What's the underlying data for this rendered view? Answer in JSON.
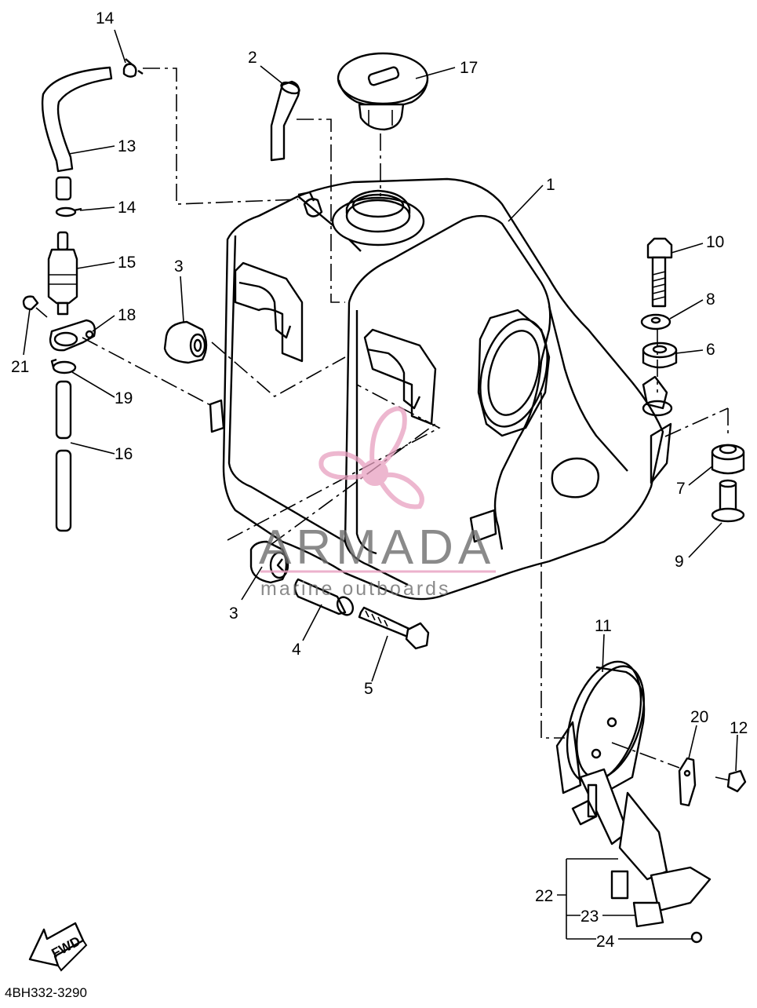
{
  "diagram_code": "4BH332-3290",
  "fwd_label": "FWD",
  "watermark": {
    "brand": "ARMADA",
    "tagline": "marine outboards",
    "logo_color": "#e8a0c0",
    "text_color": "#6d6d6d"
  },
  "callouts": [
    {
      "id": "c14a",
      "text": "14"
    },
    {
      "id": "c2",
      "text": "2"
    },
    {
      "id": "c17",
      "text": "17"
    },
    {
      "id": "c13",
      "text": "13"
    },
    {
      "id": "c1",
      "text": "1"
    },
    {
      "id": "c14b",
      "text": "14"
    },
    {
      "id": "c10",
      "text": "10"
    },
    {
      "id": "c15",
      "text": "15"
    },
    {
      "id": "c3a",
      "text": "3"
    },
    {
      "id": "c8",
      "text": "8"
    },
    {
      "id": "c18",
      "text": "18"
    },
    {
      "id": "c6",
      "text": "6"
    },
    {
      "id": "c21",
      "text": "21"
    },
    {
      "id": "c19",
      "text": "19"
    },
    {
      "id": "c16",
      "text": "16"
    },
    {
      "id": "c7",
      "text": "7"
    },
    {
      "id": "c9",
      "text": "9"
    },
    {
      "id": "c3b",
      "text": "3"
    },
    {
      "id": "c4",
      "text": "4"
    },
    {
      "id": "c5",
      "text": "5"
    },
    {
      "id": "c11",
      "text": "11"
    },
    {
      "id": "c20",
      "text": "20"
    },
    {
      "id": "c12",
      "text": "12"
    },
    {
      "id": "c22",
      "text": "22"
    },
    {
      "id": "c23",
      "text": "23"
    },
    {
      "id": "c24",
      "text": "24"
    }
  ]
}
